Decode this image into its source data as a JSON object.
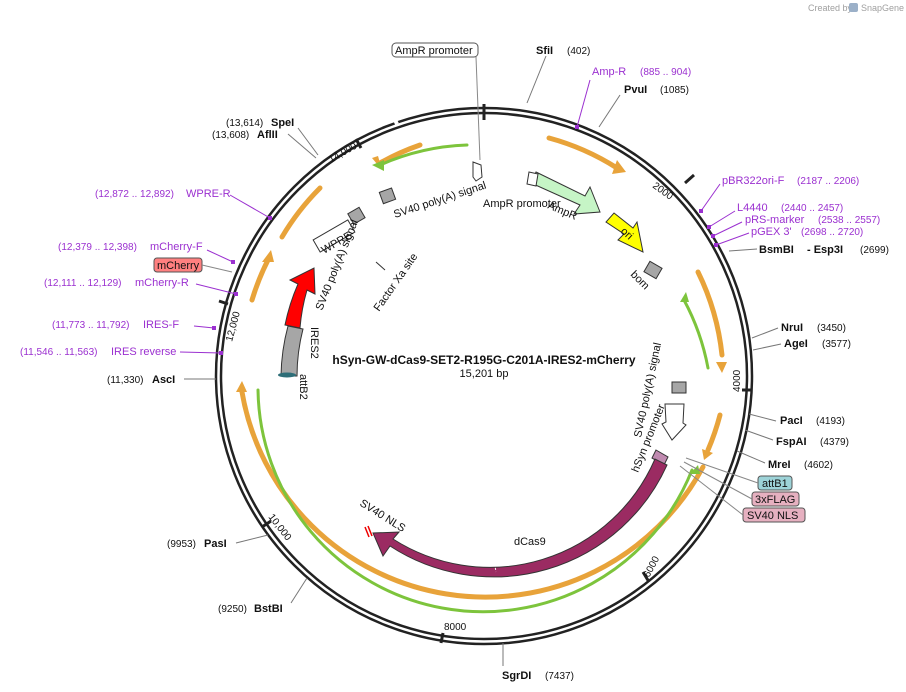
{
  "credit": {
    "text": "Created by",
    "brand": "SnapGene"
  },
  "plasmid": {
    "name": "hSyn-GW-dCas9-SET2-R195G-C201A-IRES2-mCherry",
    "length": "15,201 bp"
  },
  "ticks": [
    "2000",
    "4000",
    "6000",
    "8000",
    "10,000",
    "12,000",
    "14,000"
  ],
  "enzymes": {
    "sfiI": {
      "name": "SfiI",
      "pos": "(402)"
    },
    "pvuI": {
      "name": "PvuI",
      "pos": "(1085)"
    },
    "bsmBI": {
      "name": "BsmBI",
      "sep": "- Esp3I",
      "pos": "(2699)"
    },
    "nruI": {
      "name": "NruI",
      "pos": "(3450)"
    },
    "ageI": {
      "name": "AgeI",
      "pos": "(3577)"
    },
    "pacI": {
      "name": "PacI",
      "pos": "(4193)"
    },
    "fspAI": {
      "name": "FspAI",
      "pos": "(4379)"
    },
    "mreI": {
      "name": "MreI",
      "pos": "(4602)"
    },
    "sgrDI": {
      "name": "SgrDI",
      "pos": "(7437)"
    },
    "bstBI": {
      "name": "BstBI",
      "pos": "(9250)"
    },
    "pasI": {
      "name": "PasI",
      "pos": "(9953)"
    },
    "ascI": {
      "name": "AscI",
      "pos": "(11,330)"
    },
    "aflII": {
      "name": "AflII",
      "pos": "(13,608)"
    },
    "speI": {
      "name": "SpeI",
      "pos": "(13,614)"
    }
  },
  "primers": {
    "ampR": {
      "name": "Amp-R",
      "pos": "(885 .. 904)"
    },
    "pBR322": {
      "name": "pBR322ori-F",
      "pos": "(2187 .. 2206)"
    },
    "l4440": {
      "name": "L4440",
      "pos": "(2440 .. 2457)"
    },
    "pRS": {
      "name": "pRS-marker",
      "pos": "(2538 .. 2557)"
    },
    "pGEX": {
      "name": "pGEX 3'",
      "pos": "(2698 .. 2720)"
    },
    "wpreR": {
      "name": "WPRE-R",
      "pos": "(12,872 .. 12,892)"
    },
    "mCherryF": {
      "name": "mCherry-F",
      "pos": "(12,379 .. 12,398)"
    },
    "mCherryR": {
      "name": "mCherry-R",
      "pos": "(12,111 .. 12,129)"
    },
    "iresF": {
      "name": "IRES-F",
      "pos": "(11,773 .. 11,792)"
    },
    "iresRev": {
      "name": "IRES reverse",
      "pos": "(11,546 .. 11,563)"
    }
  },
  "boxes": {
    "ampRPromoterTop": "AmpR promoter",
    "mCherry": "mCherry",
    "attB1": "attB1",
    "flag": "3xFLAG",
    "sv40nls": "SV40 NLS"
  },
  "features": {
    "sv40polyA_top": "SV40 poly(A) signal",
    "ampRPromoter": "AmpR promoter",
    "ampR": "AmpR",
    "ori": "ori",
    "bom": "bom",
    "sv40polyA_right": "SV40 poly(A) signal",
    "hSyn": "hSyn promoter",
    "dCas9": "dCas9",
    "sv40nls_inner": "SV40 NLS",
    "attB2": "attB2",
    "ires2": "IRES2",
    "sv40polyA_left": "SV40 poly(A) signal",
    "wpre": "WPRE",
    "factorXa": "Factor Xa site"
  },
  "colors": {
    "dCas9": "#9b2b62",
    "mCherry": "#ff0000",
    "ampR": "#c6f5c6",
    "ori": "#ffff00",
    "ires2": "#a6a6a6",
    "primer": "#9b30d0",
    "orf_orange": "#e8a33a",
    "orf_green": "#7dc43c"
  }
}
